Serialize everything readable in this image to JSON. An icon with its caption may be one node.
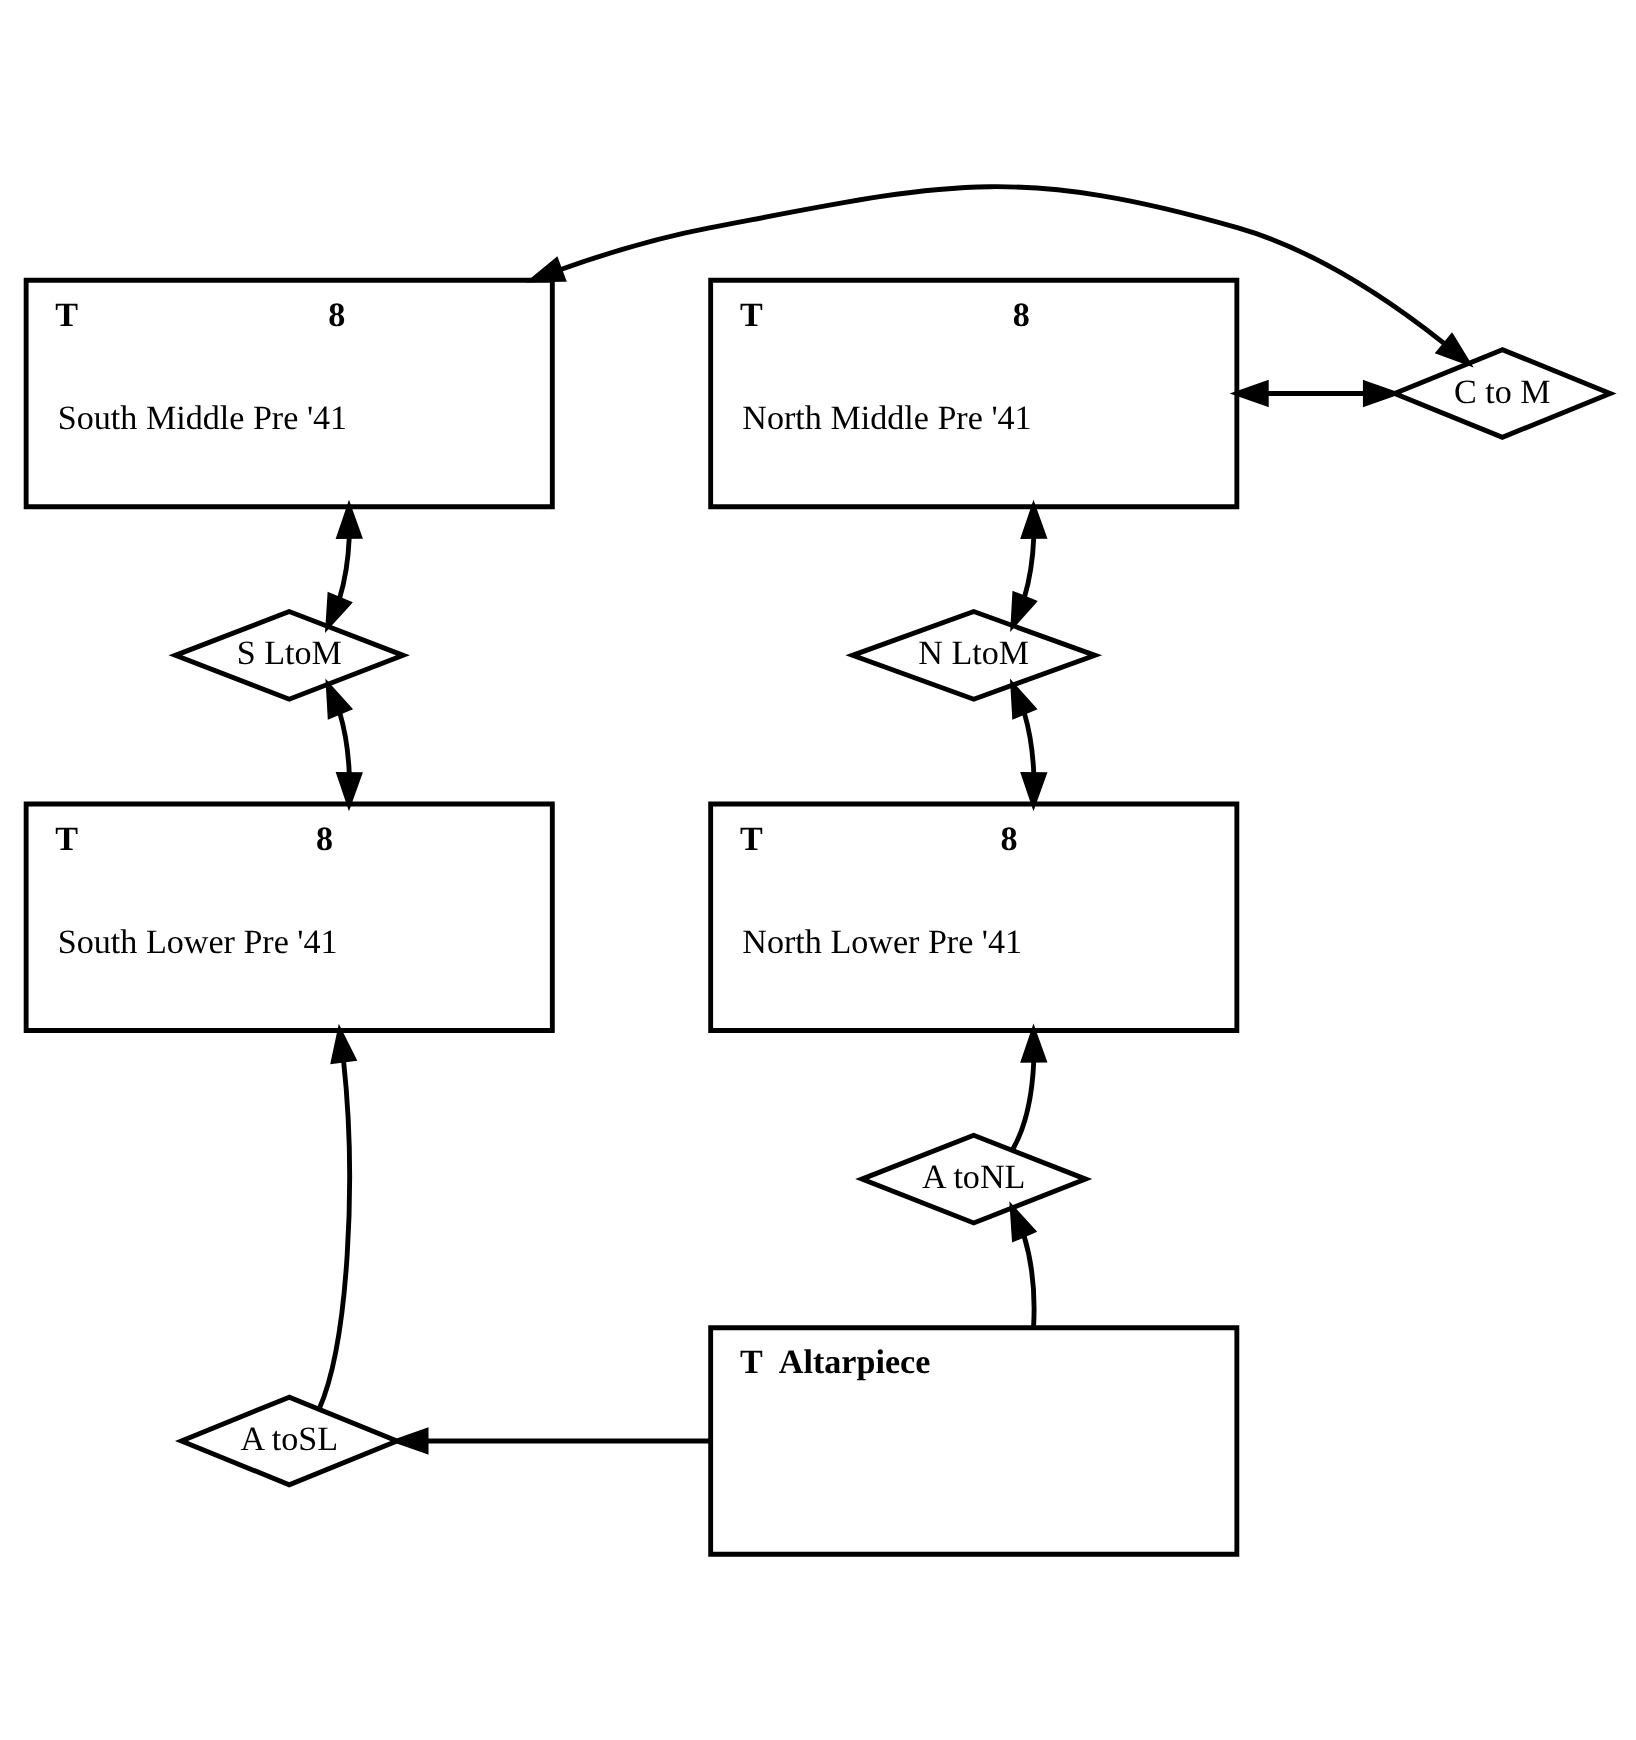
{
  "diagram": {
    "nodes": [
      {
        "text": [
          "T",
          "8",
          "South Middle Pre '41"
        ]
      },
      {
        "text": [
          "C to M"
        ]
      },
      {
        "text": [
          "T",
          "8",
          "North Middle Pre '41"
        ]
      },
      {
        "text": [
          "S LtoM"
        ]
      },
      {
        "text": [
          "N LtoM"
        ]
      },
      {
        "text": [
          "T",
          "8",
          "South Lower Pre '41"
        ]
      },
      {
        "text": [
          "T",
          "8",
          "North Lower Pre '41"
        ]
      },
      {
        "text": [
          "A toNL"
        ]
      },
      {
        "text": [
          "T",
          "Altarpiece"
        ]
      },
      {
        "text": [
          "A toSL"
        ]
      }
    ],
    "edges": [
      {
        "from": 0,
        "to": 1,
        "arrow": "both"
      },
      {
        "from": 1,
        "to": 2,
        "arrow": "both"
      },
      {
        "from": 0,
        "to": 3,
        "arrow": "both"
      },
      {
        "from": 3,
        "to": 5,
        "arrow": "both"
      },
      {
        "from": 2,
        "to": 4,
        "arrow": "both"
      },
      {
        "from": 4,
        "to": 6,
        "arrow": "both"
      },
      {
        "from": 8,
        "to": 7,
        "arrow": "to"
      },
      {
        "from": 7,
        "to": 6,
        "arrow": "to"
      },
      {
        "from": 8,
        "to": 9,
        "arrow": "to"
      },
      {
        "from": 9,
        "to": 5,
        "arrow": "to"
      }
    ]
  }
}
